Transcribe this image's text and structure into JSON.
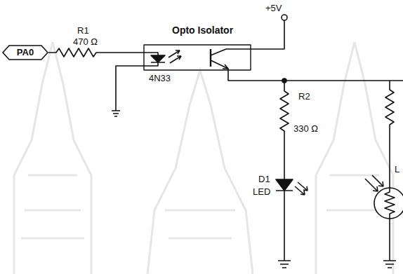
{
  "diagram": {
    "nodes": [
      {
        "text": [
          "PA0"
        ]
      }
    ],
    "labels": [
      "R1",
      "470 Ω",
      "Opto Isolator",
      "4N33",
      "+5V",
      "R2",
      "330 Ω",
      "D1",
      "LED",
      "L"
    ]
  }
}
